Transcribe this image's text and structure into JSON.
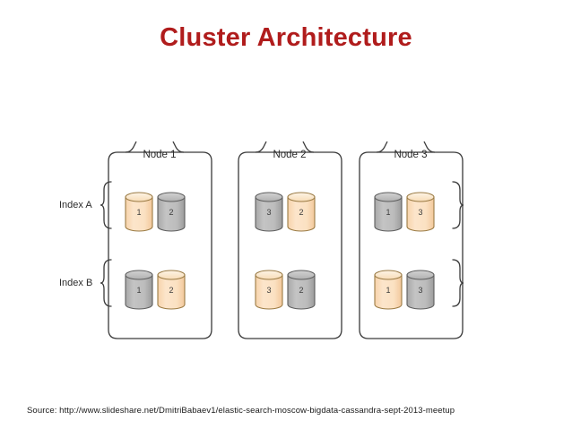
{
  "slide": {
    "title": "Cluster Architecture",
    "title_color": "#b01c1c",
    "background": "#ffffff"
  },
  "source": {
    "label": "Source: http://www.slideshare.net/DmitriBabaev1/elastic-search-moscow-bigdata-cassandra-sept-2013-meetup"
  },
  "diagram": {
    "type": "cluster-shard-allocation",
    "colors": {
      "primary_shard_fill": "#fbe0c0",
      "primary_shard_top": "#fdf0dc",
      "primary_shard_stroke": "#9a7a43",
      "replica_shard_fill": "#b5b5b5",
      "replica_shard_top": "#c9c9c9",
      "replica_shard_stroke": "#5d5d5d",
      "outline": "#3a3a3a"
    },
    "index_labels": [
      {
        "id": "index-a",
        "label": "Index A"
      },
      {
        "id": "index-b",
        "label": "Index B"
      }
    ],
    "nodes": [
      {
        "id": "node-1",
        "label": "Node 1",
        "rows": [
          {
            "index": "Index A",
            "shards": [
              {
                "number": "1",
                "style": "primary"
              },
              {
                "number": "2",
                "style": "replica"
              }
            ]
          },
          {
            "index": "Index B",
            "shards": [
              {
                "number": "1",
                "style": "replica"
              },
              {
                "number": "2",
                "style": "primary"
              }
            ]
          }
        ]
      },
      {
        "id": "node-2",
        "label": "Node 2",
        "rows": [
          {
            "index": "Index A",
            "shards": [
              {
                "number": "3",
                "style": "replica"
              },
              {
                "number": "2",
                "style": "primary"
              }
            ]
          },
          {
            "index": "Index B",
            "shards": [
              {
                "number": "3",
                "style": "primary"
              },
              {
                "number": "2",
                "style": "replica"
              }
            ]
          }
        ]
      },
      {
        "id": "node-3",
        "label": "Node 3",
        "rows": [
          {
            "index": "Index A",
            "shards": [
              {
                "number": "1",
                "style": "replica"
              },
              {
                "number": "3",
                "style": "primary"
              }
            ]
          },
          {
            "index": "Index B",
            "shards": [
              {
                "number": "1",
                "style": "primary"
              },
              {
                "number": "3",
                "style": "replica"
              }
            ]
          }
        ]
      }
    ]
  }
}
